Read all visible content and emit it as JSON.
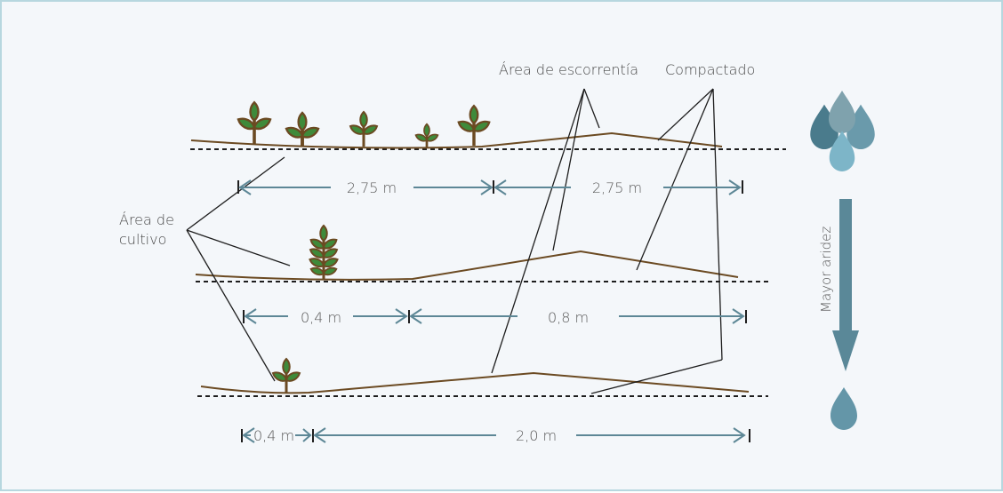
{
  "labels": {
    "runoff": "Área de escorrentía",
    "compacted": "Compactado",
    "crop_line1": "Área de",
    "crop_line2": "cultivo",
    "aridity": "Mayor aridez"
  },
  "rows": [
    {
      "crop_width": "2,75 m",
      "runoff_width": "2,75 m"
    },
    {
      "crop_width": "0,4 m",
      "runoff_width": "0,8 m"
    },
    {
      "crop_width": "0,4 m",
      "runoff_width": "2,0 m"
    }
  ],
  "colors": {
    "soil": "#6b4a22",
    "arrow": "#5d8796",
    "leaf": "#3f8a3a",
    "stem": "#6b4a22",
    "drop_dark": "#4a7b8c",
    "drop_mid": "#7fa2ad",
    "drop_light": "#7db5c8",
    "drop_single": "#6496a8",
    "border": "#b7d7df",
    "background": "#f4f7fa"
  },
  "icons": [
    "plant-icon",
    "water-drops-icon",
    "water-drop-icon",
    "down-arrow-icon"
  ]
}
